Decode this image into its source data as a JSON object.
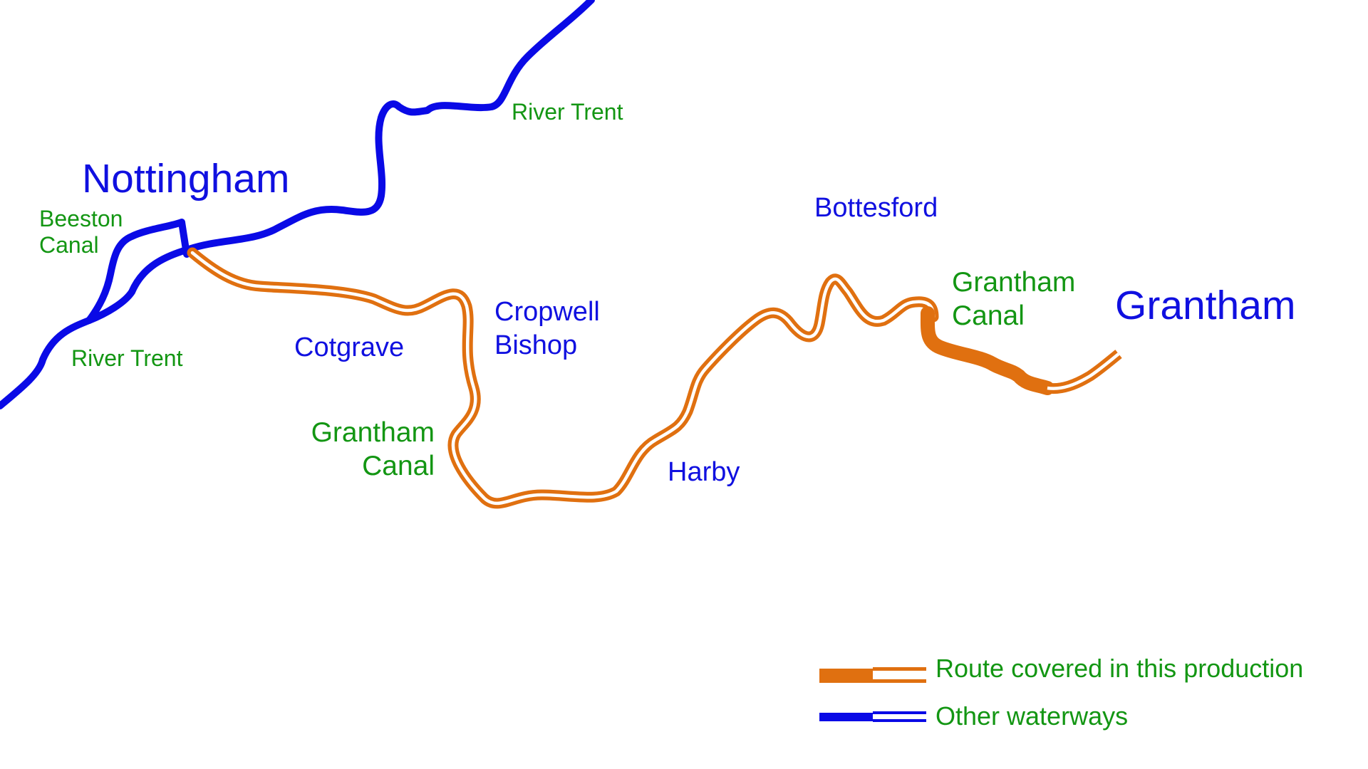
{
  "colors": {
    "town": "#1010e0",
    "waterway_label": "#139613",
    "other_waterway": "#0a0ae6",
    "route": "#e07010",
    "background": "#ffffff"
  },
  "towns": {
    "nottingham": "Nottingham",
    "grantham": "Grantham",
    "bottesford": "Bottesford",
    "cotgrave": "Cotgrave",
    "cropwell_line1": "Cropwell",
    "cropwell_line2": "Bishop",
    "harby": "Harby"
  },
  "waterways": {
    "river_trent_north": "River Trent",
    "river_trent_west": "River Trent",
    "beeston_canal_line1": "Beeston",
    "beeston_canal_line2": "Canal",
    "grantham_canal_west_line1": "Grantham",
    "grantham_canal_west_line2": "Canal",
    "grantham_canal_east_line1": "Grantham",
    "grantham_canal_east_line2": "Canal"
  },
  "legend": {
    "route_label": "Route covered in this production",
    "other_label": "Other waterways"
  }
}
